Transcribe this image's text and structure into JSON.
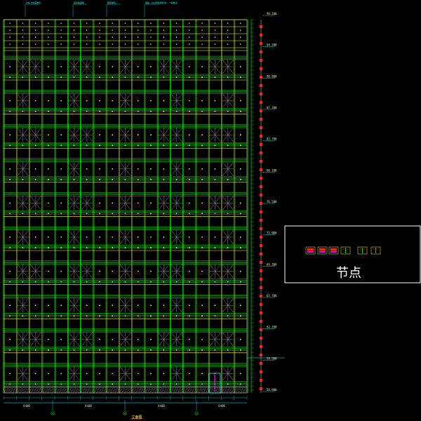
{
  "elevation": {
    "top_callouts": [
      "LOW-E中空玻璃",
      "铝合金竖框",
      "钢化玻璃",
      "铝板 (3mm厚氟碳喷涂) 一般做法"
    ],
    "level_marks": [
      "98.100",
      "94.500",
      "90.900",
      "87.300",
      "83.700",
      "80.100",
      "76.500",
      "72.900",
      "69.300",
      "65.700",
      "62.100",
      "58.500",
      "54.900"
    ],
    "bottom_dims": [
      "8400",
      "8400",
      "8400",
      "8400"
    ],
    "axis_labels": [
      "⑨",
      "⑩",
      "⑪"
    ],
    "drawing_title": "立面图"
  },
  "detail_box": {
    "thumbnails": [
      "节点1",
      "节点2",
      "节点3",
      "节点4",
      "节点5",
      "节点6"
    ],
    "title": "节点"
  },
  "colors": {
    "grid_green": "#00ff00",
    "mullion_yellow": "#ffff00",
    "line_cyan": "#00ffff",
    "mark_red": "#ff2020",
    "panel_white": "#e0e0e0",
    "accent_magenta": "#ff00ff"
  }
}
